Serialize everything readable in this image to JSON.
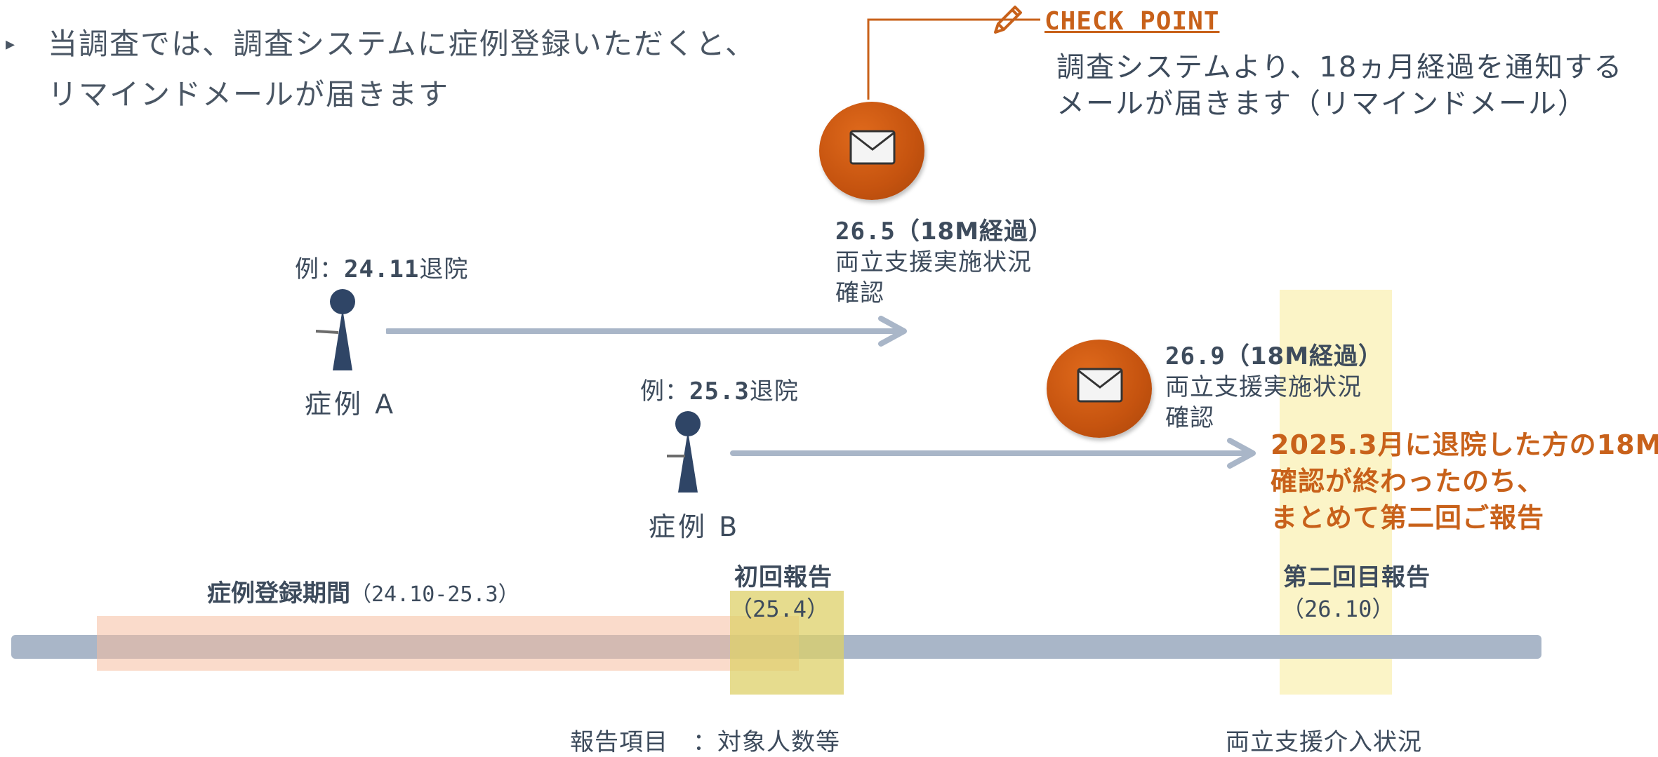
{
  "intro": {
    "bullet": "▸",
    "line1": "当調査では、調査システムに症例登録いただくと、",
    "line2": "リマインドメールが届きます"
  },
  "check_point": {
    "label": "CHECK POINT",
    "icon": "pencil-icon",
    "line1": "調査システムより、18ヵ月経過を通知する",
    "line2": "メールが届きます（リマインドメール）"
  },
  "case_a": {
    "discharge_prefix": "例：",
    "discharge_date": "24.11",
    "discharge_suffix": "退院",
    "name": "症例 A",
    "mail_date": "26.5",
    "mail_paren": "（18M経過）",
    "mail_line2": "両立支援実施状況",
    "mail_line3": "確認"
  },
  "case_b": {
    "discharge_prefix": "例：",
    "discharge_date": "25.3",
    "discharge_suffix": "退院",
    "name": "症例 B",
    "mail_date": "26.9",
    "mail_paren": "（18M経過）",
    "mail_line2": "両立支援実施状況",
    "mail_line3": "確認"
  },
  "note": {
    "line1": "2025.3月に退院した方の18M",
    "line2": "確認が終わったのち、",
    "line3": "まとめて第二回ご報告"
  },
  "timeline": {
    "period_label": "症例登録期間",
    "period_range": "（24.10-25.3）",
    "first_report_title": "初回報告",
    "first_report_date": "（25.4）",
    "second_report_title": "第二回目報告",
    "second_report_date": "（26.10）",
    "first_items": "報告項目　：対象人数等",
    "second_items": "両立支援介入状況"
  },
  "colors": {
    "accent": "#c8611a",
    "text": "#3d4b5c",
    "arrow": "#a9b6c8",
    "person": "#2f4566"
  }
}
